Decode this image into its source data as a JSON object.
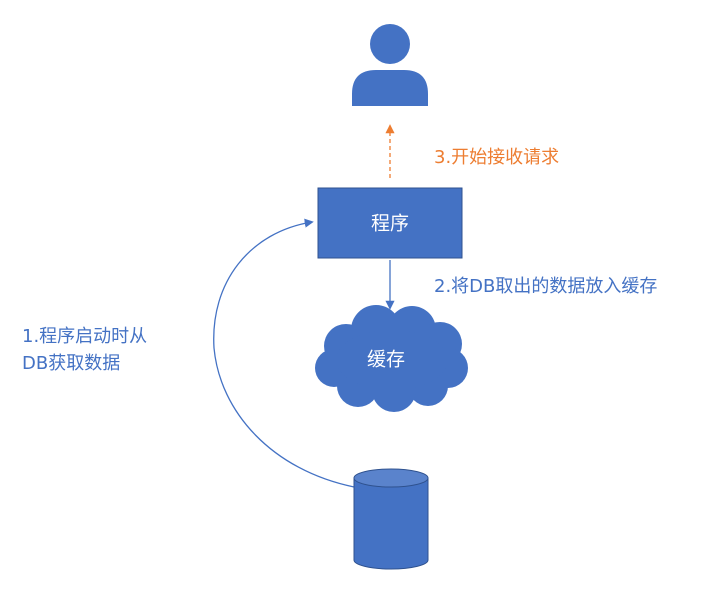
{
  "diagram": {
    "nodes": {
      "user": {
        "icon": "user-icon"
      },
      "program": {
        "label": "程序"
      },
      "cache": {
        "label": "缓存"
      },
      "database": {
        "icon": "database-cylinder-icon"
      }
    },
    "steps": {
      "step1_line1": "1.程序启动时从",
      "step1_line2": "DB获取数据",
      "step2": "2.将DB取出的数据放入缓存",
      "step3": "3.开始接收请求"
    }
  },
  "colors": {
    "shape_fill": "#4472c4",
    "shape_stroke": "#2f528f",
    "step_blue": "#4472c4",
    "step_orange": "#ed7d31"
  }
}
